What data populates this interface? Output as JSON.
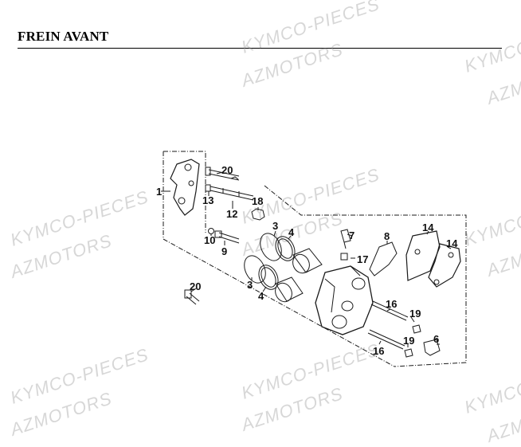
{
  "title": "FREIN AVANT",
  "watermarks": [
    {
      "text": "KYMCO-PIECES"
    },
    {
      "text": "AZMOTORS"
    },
    {
      "text": "KYMCO-"
    },
    {
      "text": "AZM"
    },
    {
      "text": "KYMCO-PIECES"
    },
    {
      "text": "AZMOTORS"
    },
    {
      "text": "KYMCO-PIECES"
    },
    {
      "text": "AZMOTORS"
    },
    {
      "text": "KYMCO-"
    },
    {
      "text": "AZM"
    },
    {
      "text": "KYMCO-PIECES"
    },
    {
      "text": "AZMOTORS"
    },
    {
      "text": "KYMCO-PIECES"
    },
    {
      "text": "AZMOTORS"
    },
    {
      "text": "KYMCO-"
    },
    {
      "text": "AZM"
    }
  ],
  "callouts": {
    "c1": "1",
    "c20a": "20",
    "c13": "13",
    "c12": "12",
    "c18": "18",
    "c10": "10",
    "c9": "9",
    "c3a": "3",
    "c4a": "4",
    "c3b": "3",
    "c4b": "4",
    "c20b": "20",
    "c7": "7",
    "c8": "8",
    "c17": "17",
    "c14a": "14",
    "c14b": "14",
    "c16a": "16",
    "c19a": "19",
    "c16b": "16",
    "c19b": "19",
    "c6": "6"
  },
  "colors": {
    "ink": "#1a1a1a",
    "watermark": "#9a9a9a"
  }
}
